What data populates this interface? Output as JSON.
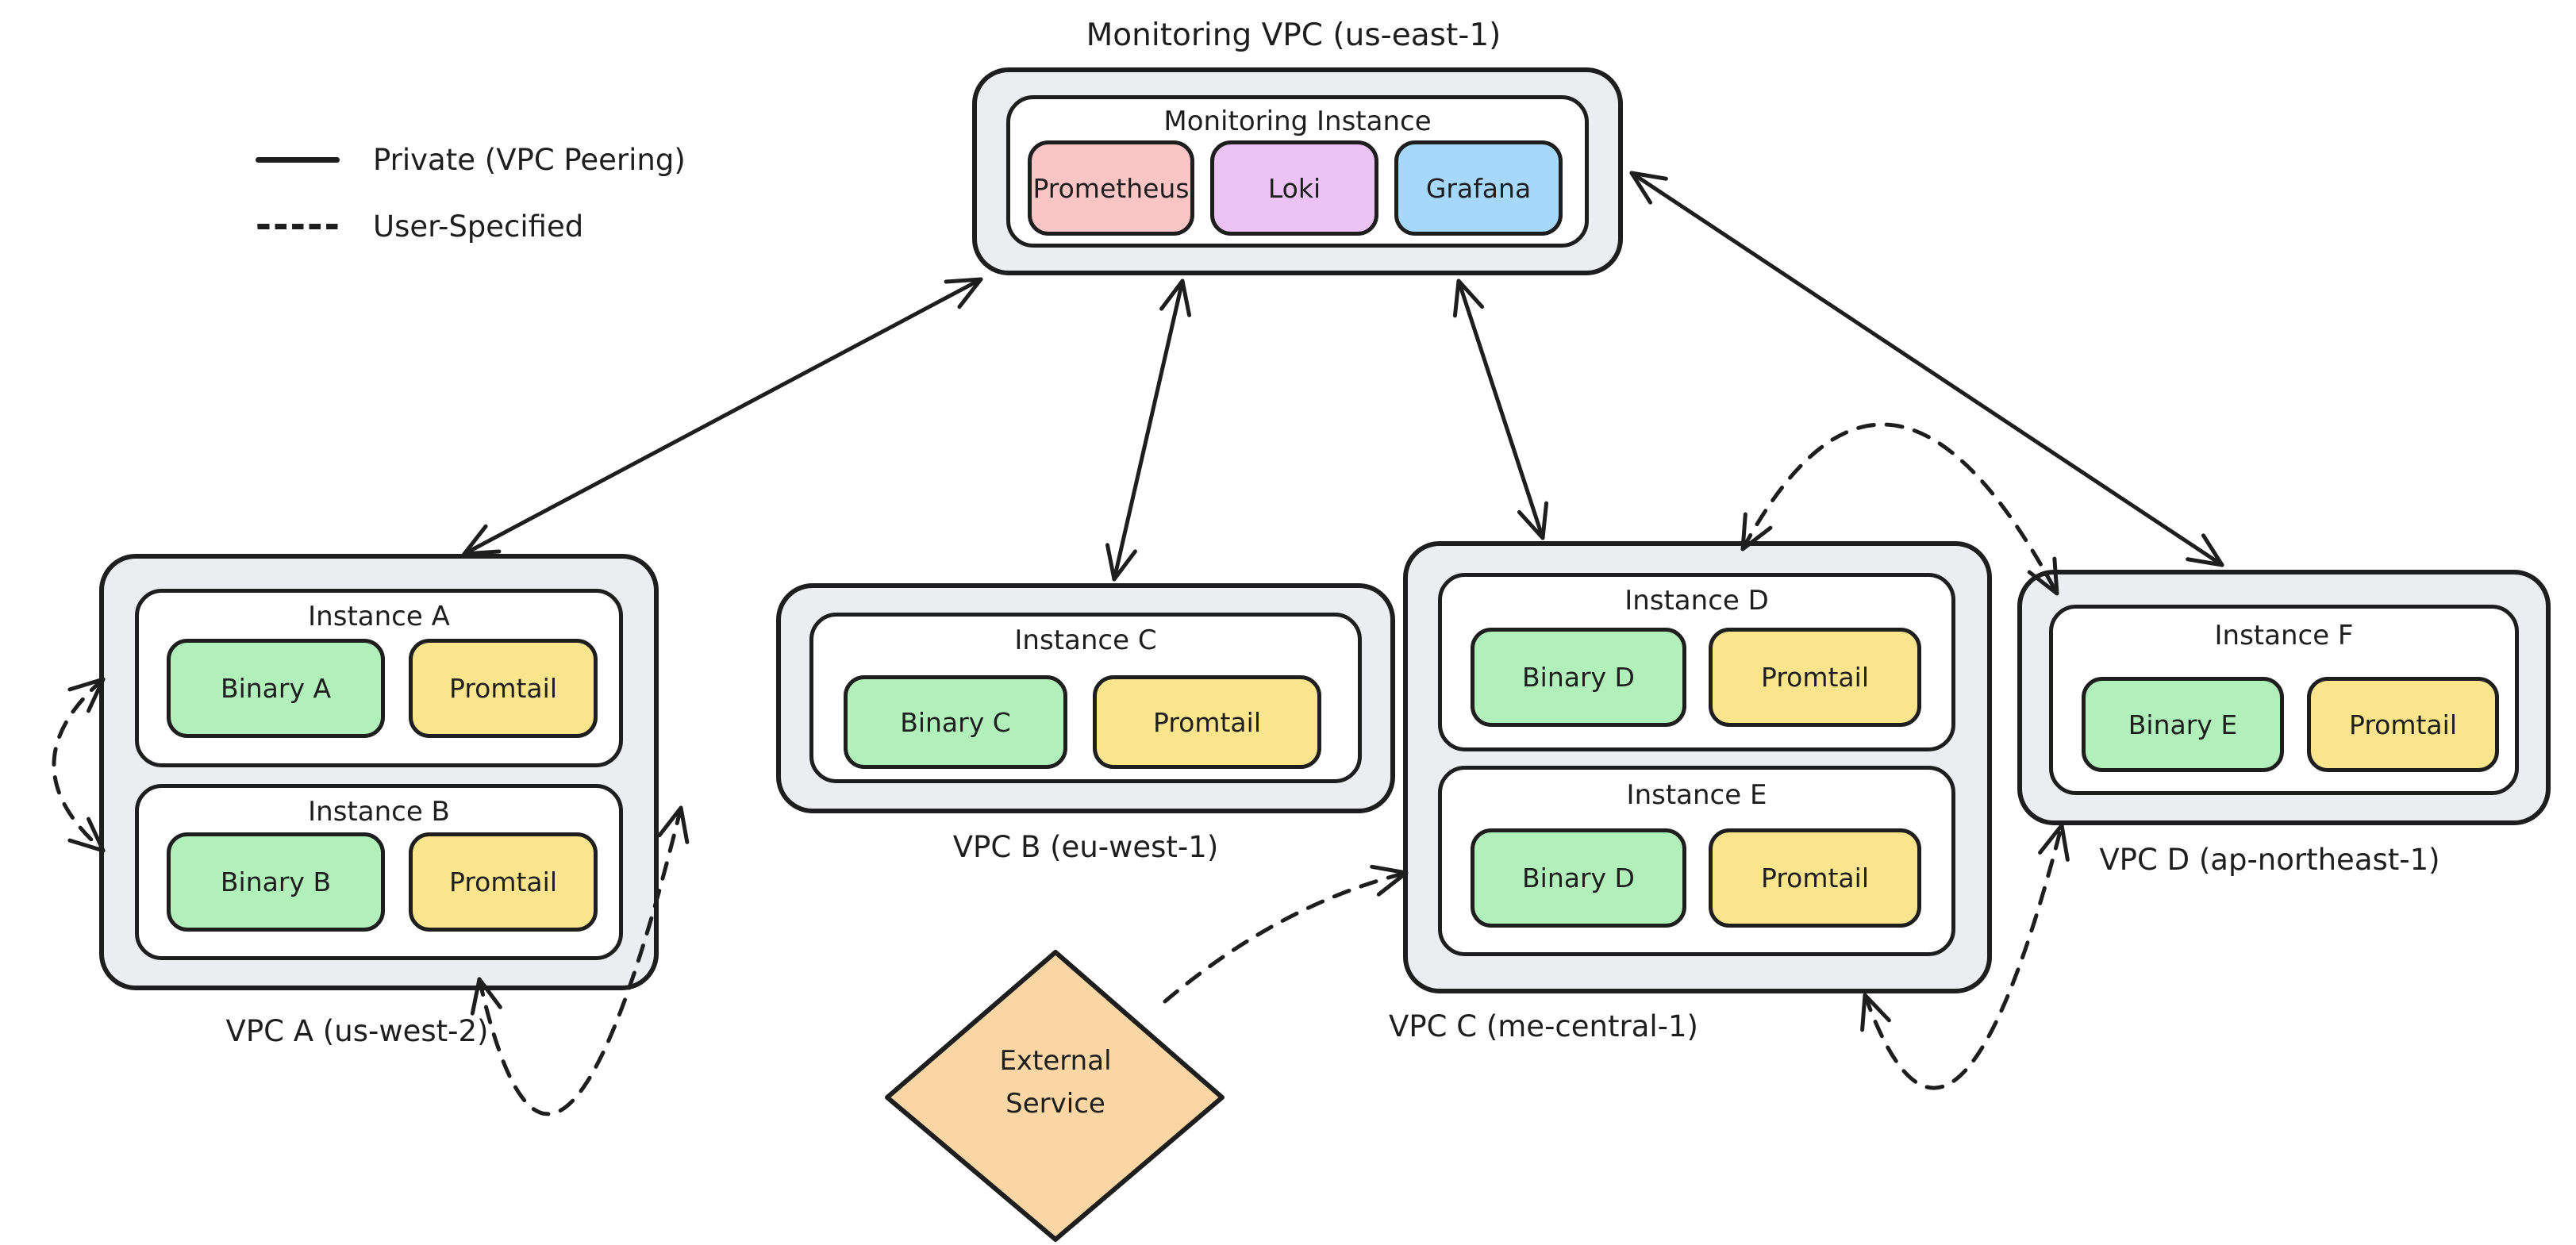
{
  "title": "Monitoring VPC (us-east-1)",
  "legend": {
    "private_label": "Private (VPC Peering)",
    "user_label": "User-Specified"
  },
  "monitoring": {
    "instance_label": "Monitoring Instance",
    "services": [
      {
        "label": "Prometheus",
        "color": "#FBC5C5"
      },
      {
        "label": "Loki",
        "color": "#EBC2F4"
      },
      {
        "label": "Grafana",
        "color": "#A5D8FA"
      }
    ]
  },
  "vpcs": [
    {
      "label": "VPC A (us-west-2)",
      "instances": [
        {
          "title": "Instance A",
          "binary": "Binary A",
          "agent": "Promtail"
        },
        {
          "title": "Instance B",
          "binary": "Binary B",
          "agent": "Promtail"
        }
      ]
    },
    {
      "label": "VPC B (eu-west-1)",
      "instances": [
        {
          "title": "Instance C",
          "binary": "Binary C",
          "agent": "Promtail"
        }
      ]
    },
    {
      "label": "VPC C (me-central-1)",
      "instances": [
        {
          "title": "Instance D",
          "binary": "Binary D",
          "agent": "Promtail"
        },
        {
          "title": "Instance E",
          "binary": "Binary D",
          "agent": "Promtail"
        }
      ]
    },
    {
      "label": "VPC D (ap-northeast-1)",
      "instances": [
        {
          "title": "Instance F",
          "binary": "Binary E",
          "agent": "Promtail"
        }
      ]
    }
  ],
  "external": {
    "label": "External Service",
    "color": "#F9D6A4"
  },
  "colors": {
    "stroke": "#1e1e1e",
    "vpc_fill": "#EBEDF0",
    "binary": "#B2F0BB",
    "agent": "#FAE48C"
  },
  "connections": [
    {
      "name": "peering-monitoring-to-vpc-a",
      "type": "solid",
      "from": [
        1236,
        352
      ],
      "to": [
        585,
        698
      ],
      "ctrl": null,
      "heads": "both"
    },
    {
      "name": "peering-monitoring-to-vpc-b",
      "type": "solid",
      "from": [
        1490,
        354
      ],
      "to": [
        1404,
        730
      ],
      "ctrl": null,
      "heads": "both"
    },
    {
      "name": "peering-monitoring-to-vpc-c",
      "type": "solid",
      "from": [
        1838,
        354
      ],
      "to": [
        1944,
        678
      ],
      "ctrl": null,
      "heads": "both"
    },
    {
      "name": "peering-monitoring-to-vpc-d",
      "type": "solid",
      "from": [
        2056,
        218
      ],
      "to": [
        2800,
        712
      ],
      "ctrl": null,
      "heads": "both"
    },
    {
      "name": "user-instance-a-instance-b",
      "type": "dashed",
      "from": [
        130,
        856
      ],
      "to": [
        130,
        1072
      ],
      "ctrl": [
        6,
        964
      ],
      "heads": "both"
    },
    {
      "name": "user-vpc-a-vpc-b",
      "type": "dashed",
      "from": [
        604,
        1234
      ],
      "to": [
        858,
        1018
      ],
      "ctrl": [
        700,
        1660
      ],
      "heads": "both"
    },
    {
      "name": "user-external-to-vpc-c",
      "type": "dashed",
      "from": [
        1468,
        1262
      ],
      "to": [
        1772,
        1100
      ],
      "ctrl": [
        1612,
        1140
      ],
      "heads": "end"
    },
    {
      "name": "user-vpc-c-vpc-d-top",
      "type": "dashed",
      "from": [
        2196,
        692
      ],
      "to": [
        2592,
        748
      ],
      "ctrl": [
        2380,
        352
      ],
      "heads": "both"
    },
    {
      "name": "user-vpc-c-vpc-d-bottom",
      "type": "dashed",
      "from": [
        2350,
        1254
      ],
      "to": [
        2598,
        1040
      ],
      "ctrl": [
        2462,
        1568
      ],
      "heads": "both"
    }
  ]
}
